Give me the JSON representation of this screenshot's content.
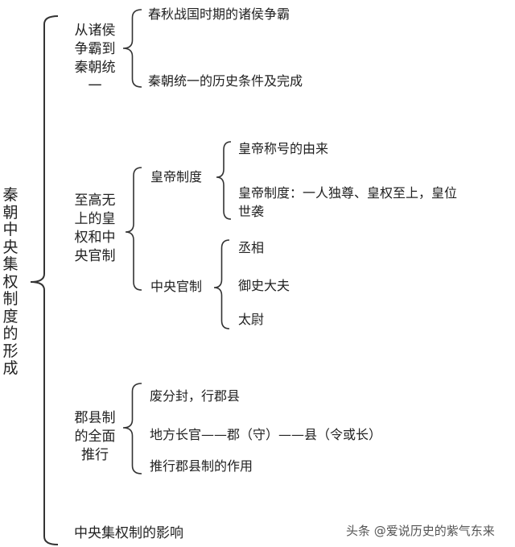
{
  "root": "秦朝中央集权制度的形成",
  "groups": [
    {
      "label_lines": [
        "从诸侯",
        "争霸到",
        "秦朝统",
        "一"
      ],
      "items": [
        "春秋战国时期的诸侯争霸",
        "秦朝统一的历史条件及完成"
      ]
    },
    {
      "label_lines": [
        "至高无",
        "上的皇",
        "权和中",
        "央官制"
      ],
      "subgroups": [
        {
          "label": "皇帝制度",
          "items": [
            "皇帝称号的由来",
            "皇帝制度：一人独尊、皇权至上，皇位",
            "世袭"
          ]
        },
        {
          "label": "中央官制",
          "items": [
            "丞相",
            "御史大夫",
            "太尉"
          ]
        }
      ]
    },
    {
      "label_lines": [
        "郡县制",
        "的全面",
        "推行"
      ],
      "items": [
        "废分封，行郡县",
        "地方长官——郡（守）——县（令或长）",
        "推行郡县制的作用"
      ]
    },
    {
      "label": "中央集权制的影响"
    }
  ],
  "watermark": "头条 @爱说历史的紫气东来"
}
